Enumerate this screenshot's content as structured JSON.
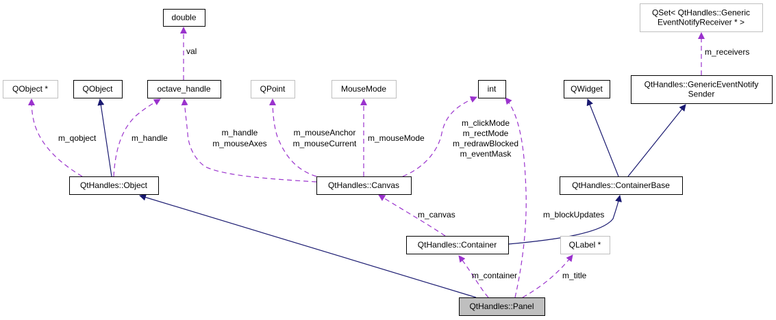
{
  "diagram": {
    "title": "Collaboration diagram for QtHandles::Panel",
    "colors": {
      "inherit_edge": "#191970",
      "usage_edge": "#9a32cd",
      "node_border_documented": "#000000",
      "node_border_undocumented": "#bfbfbf",
      "focus_fill": "#bfbfbf",
      "node_fill": "#ffffff"
    },
    "nodes": [
      {
        "id": "double",
        "lines": [
          "double"
        ],
        "style": "documented"
      },
      {
        "id": "qobject_ptr",
        "lines": [
          "QObject *"
        ],
        "style": "undocumented"
      },
      {
        "id": "qobject",
        "lines": [
          "QObject"
        ],
        "style": "documented"
      },
      {
        "id": "octave_handle",
        "lines": [
          "octave_handle"
        ],
        "style": "documented"
      },
      {
        "id": "qpoint",
        "lines": [
          "QPoint"
        ],
        "style": "undocumented"
      },
      {
        "id": "mousemode",
        "lines": [
          "MouseMode"
        ],
        "style": "undocumented"
      },
      {
        "id": "int",
        "lines": [
          "int"
        ],
        "style": "documented"
      },
      {
        "id": "qwidget",
        "lines": [
          "QWidget"
        ],
        "style": "documented"
      },
      {
        "id": "qset",
        "lines": [
          "QSet< QtHandles::Generic",
          "EventNotifyReceiver * >"
        ],
        "style": "undocumented"
      },
      {
        "id": "sender",
        "lines": [
          "QtHandles::GenericEventNotify",
          "Sender"
        ],
        "style": "documented"
      },
      {
        "id": "object",
        "lines": [
          "QtHandles::Object"
        ],
        "style": "documented"
      },
      {
        "id": "canvas",
        "lines": [
          "QtHandles::Canvas"
        ],
        "style": "documented"
      },
      {
        "id": "containerbase",
        "lines": [
          "QtHandles::ContainerBase"
        ],
        "style": "documented"
      },
      {
        "id": "container",
        "lines": [
          "QtHandles::Container"
        ],
        "style": "documented"
      },
      {
        "id": "qlabel",
        "lines": [
          "QLabel *"
        ],
        "style": "undocumented"
      },
      {
        "id": "panel",
        "lines": [
          "QtHandles::Panel"
        ],
        "style": "focus"
      }
    ],
    "edges": [
      {
        "id": "e-val",
        "from": "octave_handle",
        "to": "double",
        "kind": "usage",
        "label": [
          "val"
        ]
      },
      {
        "id": "e-qobject",
        "from": "object",
        "to": "qobject_ptr",
        "kind": "usage",
        "label": [
          "m_qobject"
        ]
      },
      {
        "id": "e-object-qobject",
        "from": "object",
        "to": "qobject",
        "kind": "inherit",
        "label": []
      },
      {
        "id": "e-object-handle",
        "from": "object",
        "to": "octave_handle",
        "kind": "usage",
        "label": [
          "m_handle"
        ]
      },
      {
        "id": "e-canvas-handle",
        "from": "canvas",
        "to": "octave_handle",
        "kind": "usage",
        "label": [
          "m_handle",
          "m_mouseAxes"
        ]
      },
      {
        "id": "e-canvas-qpoint",
        "from": "canvas",
        "to": "qpoint",
        "kind": "usage",
        "label": [
          "m_mouseAnchor",
          "m_mouseCurrent"
        ]
      },
      {
        "id": "e-canvas-mousemode",
        "from": "canvas",
        "to": "mousemode",
        "kind": "usage",
        "label": [
          "m_mouseMode"
        ]
      },
      {
        "id": "e-canvas-int",
        "from": "canvas",
        "to": "int",
        "kind": "usage",
        "label": [
          "m_clickMode",
          "m_rectMode",
          "m_redrawBlocked",
          "m_eventMask"
        ]
      },
      {
        "id": "e-sender-qset",
        "from": "sender",
        "to": "qset",
        "kind": "usage",
        "label": [
          "m_receivers"
        ]
      },
      {
        "id": "e-cb-qwidget",
        "from": "containerbase",
        "to": "qwidget",
        "kind": "inherit",
        "label": []
      },
      {
        "id": "e-cb-sender",
        "from": "containerbase",
        "to": "sender",
        "kind": "inherit",
        "label": []
      },
      {
        "id": "e-container-canvas",
        "from": "container",
        "to": "canvas",
        "kind": "usage",
        "label": [
          "m_canvas"
        ]
      },
      {
        "id": "e-container-cb",
        "from": "container",
        "to": "containerbase",
        "kind": "inherit",
        "label": []
      },
      {
        "id": "e-panel-object",
        "from": "panel",
        "to": "object",
        "kind": "inherit",
        "label": []
      },
      {
        "id": "e-panel-container",
        "from": "panel",
        "to": "container",
        "kind": "usage",
        "label": [
          "m_container"
        ]
      },
      {
        "id": "e-panel-int",
        "from": "panel",
        "to": "int",
        "kind": "usage",
        "label": [
          "m_blockUpdates"
        ]
      },
      {
        "id": "e-panel-qlabel",
        "from": "panel",
        "to": "qlabel",
        "kind": "usage",
        "label": [
          "m_title"
        ]
      }
    ]
  }
}
